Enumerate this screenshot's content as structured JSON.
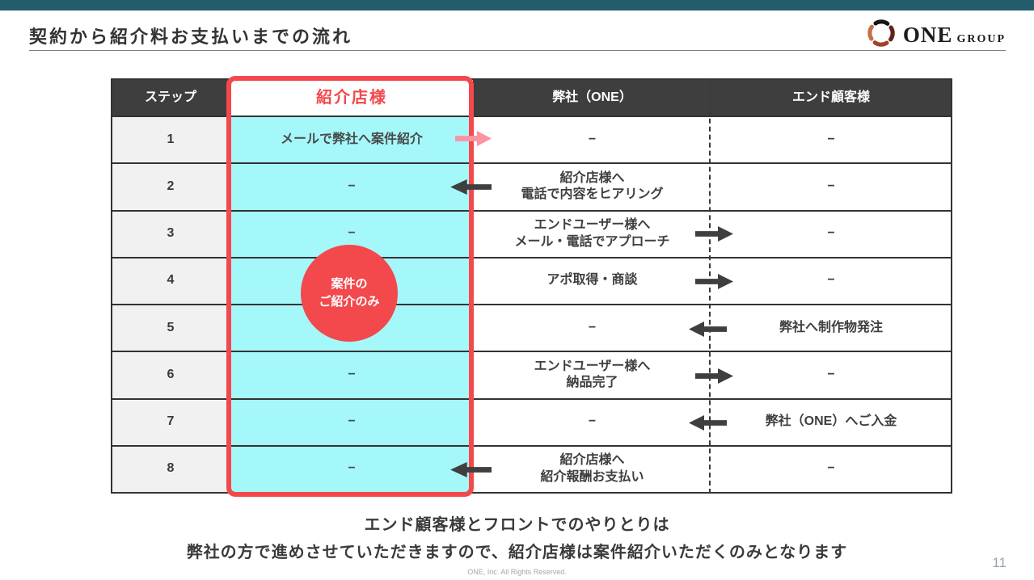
{
  "page": {
    "title": "契約から紹介料お支払いまでの流れ",
    "page_number": "11",
    "copyright": "ONE, Inc. All Rights Reserved.",
    "note": {
      "line1": "エンド顧客様とフロントでのやりとりは",
      "line2": "弊社の方で進めさせていただきますので、紹介店様は案件紹介いただくのみとなります"
    }
  },
  "logo": {
    "one": "ONE",
    "group": "GROUP"
  },
  "badge": {
    "line1": "案件の",
    "line2": "ご紹介のみ"
  },
  "table": {
    "headers": {
      "step": "ステップ",
      "referral": "紹介店様",
      "one": "弊社（ONE）",
      "end": "エンド顧客様"
    },
    "rows": [
      {
        "step": "1",
        "referral": "メールで弊社へ案件紹介",
        "one": "−",
        "end": "−",
        "arrow": {
          "dir": "right",
          "between": "referral→one",
          "style": "pink"
        }
      },
      {
        "step": "2",
        "referral": "−",
        "one": "紹介店様へ\n電話で内容をヒアリング",
        "end": "−",
        "arrow": {
          "dir": "left",
          "between": "one→referral",
          "style": "dark"
        }
      },
      {
        "step": "3",
        "referral": "−",
        "one": "エンドユーザー様へ\nメール・電話でアプローチ",
        "end": "−",
        "arrow": {
          "dir": "right",
          "between": "one→end",
          "style": "dark"
        }
      },
      {
        "step": "4",
        "referral": "",
        "one": "アポ取得・商談",
        "end": "−",
        "arrow": {
          "dir": "right",
          "between": "one→end",
          "style": "dark"
        }
      },
      {
        "step": "5",
        "referral": "",
        "one": "−",
        "end": "弊社へ制作物発注",
        "arrow": {
          "dir": "left",
          "between": "end→one",
          "style": "dark"
        }
      },
      {
        "step": "6",
        "referral": "−",
        "one": "エンドユーザー様へ\n納品完了",
        "end": "−",
        "arrow": {
          "dir": "right",
          "between": "one→end",
          "style": "dark"
        }
      },
      {
        "step": "7",
        "referral": "−",
        "one": "−",
        "end": "弊社（ONE）へご入金",
        "arrow": {
          "dir": "left",
          "between": "end→one",
          "style": "dark"
        }
      },
      {
        "step": "8",
        "referral": "−",
        "one": "紹介店様へ\n紹介報酬お支払い",
        "end": "−",
        "arrow": {
          "dir": "left",
          "between": "one→referral",
          "style": "dark"
        }
      }
    ]
  },
  "colors": {
    "topbar_teal": "#235c6b",
    "header_dark": "#3e3e3e",
    "accent_red": "#f3484c",
    "highlight_cyan": "#a5f8fa",
    "step_gray": "#f1f1f1",
    "pink_arrow": "#fa93a2",
    "dark_arrow": "#3f3f3f"
  }
}
